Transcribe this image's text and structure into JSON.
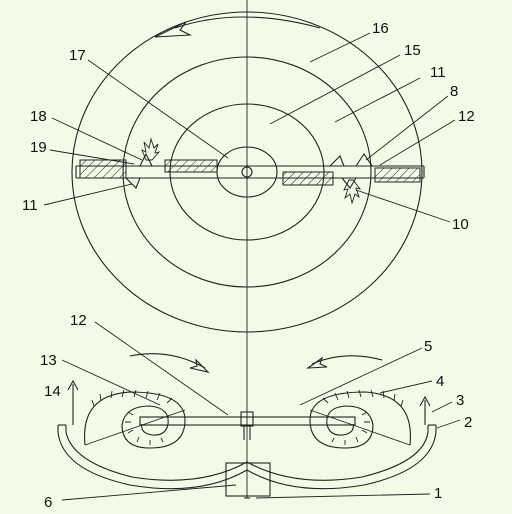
{
  "colors": {
    "background": "#f3fbe6",
    "line": "#222222"
  },
  "labels": {
    "l1": "1",
    "l2": "2",
    "l3": "3",
    "l4": "4",
    "l5": "5",
    "l6": "6",
    "l8": "8",
    "l10": "10",
    "l11a": "11",
    "l11b": "11",
    "l12a": "12",
    "l12b": "12",
    "l13": "13",
    "l14": "14",
    "l15": "15",
    "l16": "16",
    "l17": "17",
    "l18": "18",
    "l19": "19"
  }
}
